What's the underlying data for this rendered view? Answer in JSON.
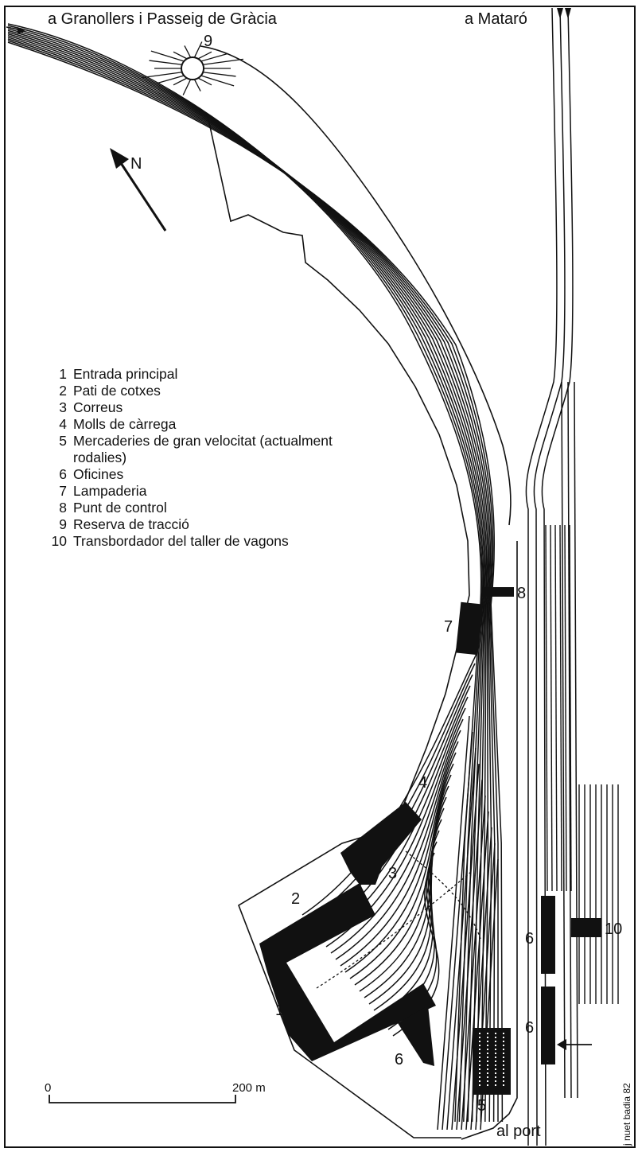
{
  "destinations": {
    "top_left": "a Granollers i Passeig de Gràcia",
    "top_right": "a Mataró",
    "bottom": "al port"
  },
  "north_label": "N",
  "legend": [
    {
      "num": "1",
      "text": "Entrada principal"
    },
    {
      "num": "2",
      "text": "Pati de cotxes"
    },
    {
      "num": "3",
      "text": "Correus"
    },
    {
      "num": "4",
      "text": "Molls de càrrega"
    },
    {
      "num": "5",
      "text": "Mercaderies de gran velocitat (actualment rodalies)"
    },
    {
      "num": "6",
      "text": "Oficines"
    },
    {
      "num": "7",
      "text": "Lampaderia"
    },
    {
      "num": "8",
      "text": "Punt de control"
    },
    {
      "num": "9",
      "text": "Reserva de tracció"
    },
    {
      "num": "10",
      "text": "Transbordador del taller de vagons"
    }
  ],
  "callouts": {
    "n1": "1",
    "n2": "2",
    "n3": "3",
    "n4": "4",
    "n5": "5",
    "n6a": "6",
    "n6b": "6",
    "n6c": "6",
    "n7": "7",
    "n8": "8",
    "n9": "9",
    "n10": "10"
  },
  "scale": {
    "start": "0",
    "end": "200 m"
  },
  "credit": "j nuet badia 82"
}
